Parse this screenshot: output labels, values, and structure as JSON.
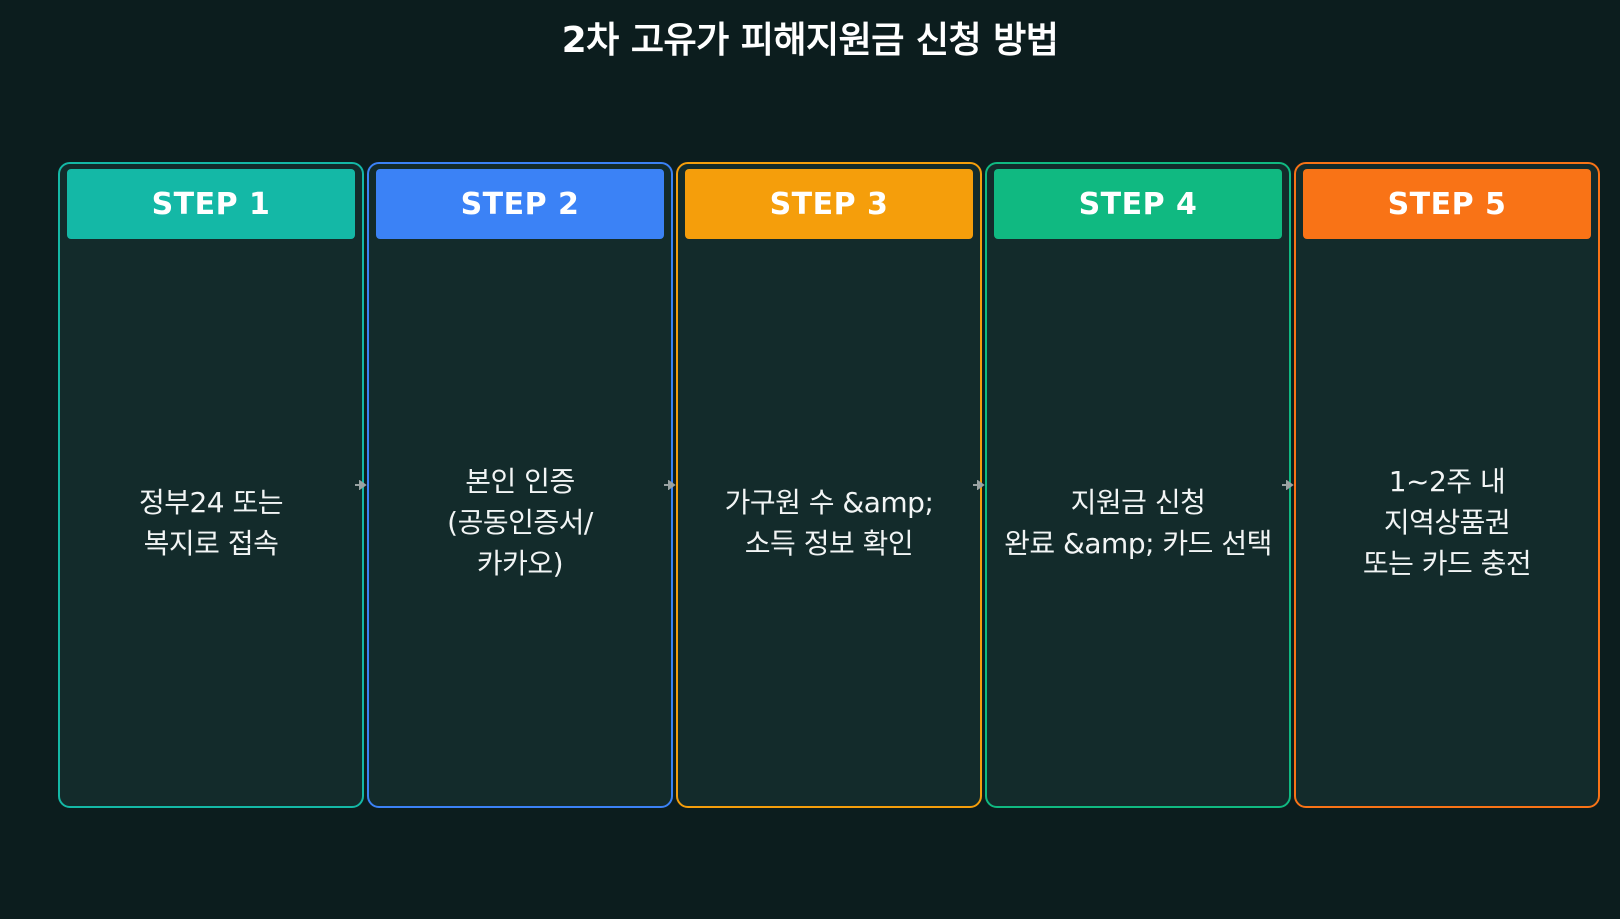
{
  "title": "2차 고유가 피해지원금 신청 방법",
  "colors": {
    "background": "#0c1d1e",
    "card_body": "#132b2b",
    "arrow": "#9aa3a3"
  },
  "steps": [
    {
      "label": "STEP 1",
      "text": "정부24 또는\n복지로 접속",
      "color": "#14b8a6"
    },
    {
      "label": "STEP 2",
      "text": "본인 인증\n(공동인증서/\n카카오)",
      "color": "#3b82f6"
    },
    {
      "label": "STEP 3",
      "text": "가구원 수 &amp;\n소득 정보 확인",
      "color": "#f59e0b"
    },
    {
      "label": "STEP 4",
      "text": "지원금 신청\n완료 &amp; 카드 선택",
      "color": "#10b981"
    },
    {
      "label": "STEP 5",
      "text": "1~2주 내\n지역상품권\n또는 카드 충전",
      "color": "#f97316"
    }
  ]
}
